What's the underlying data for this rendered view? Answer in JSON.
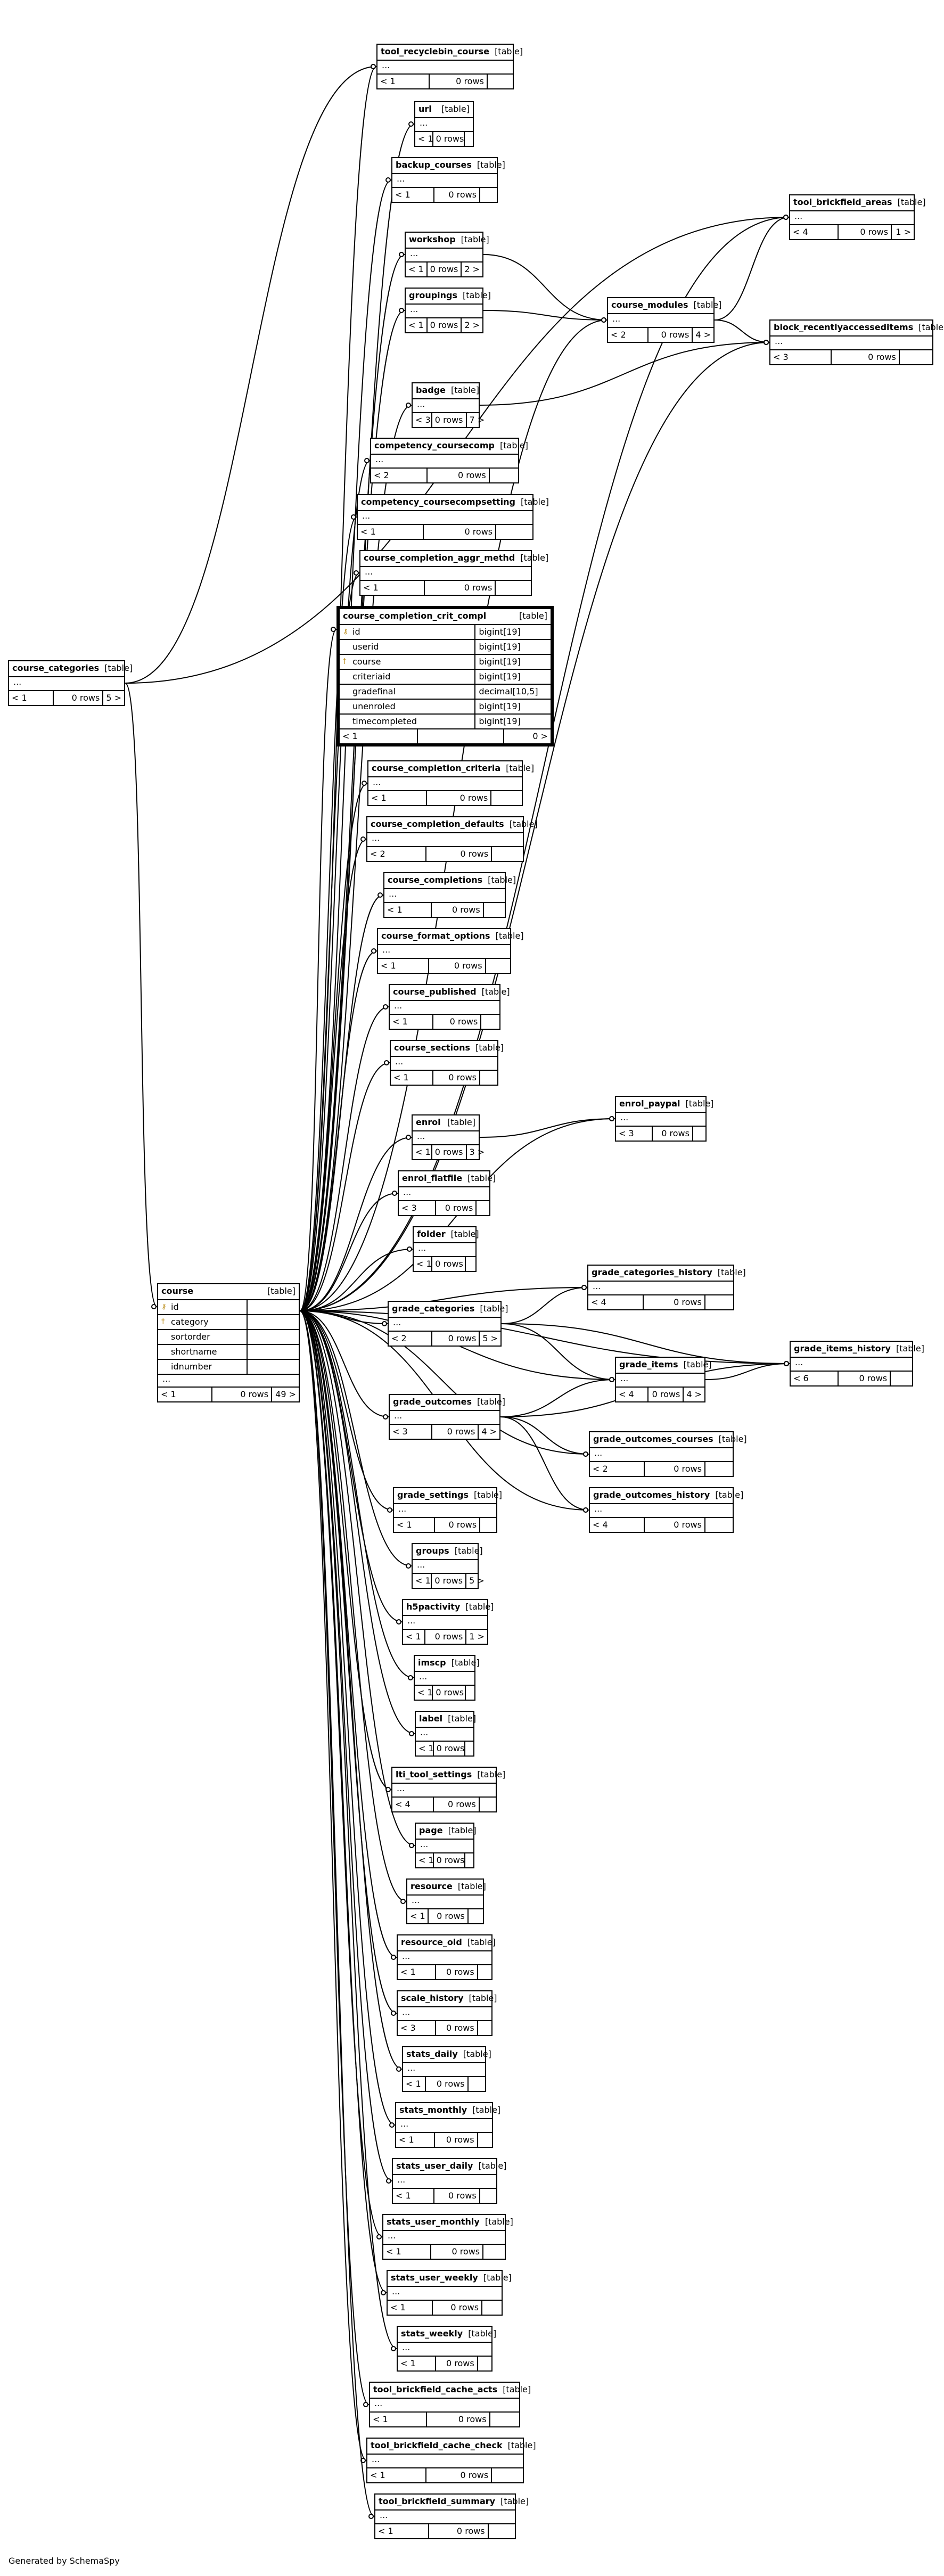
{
  "footer": {
    "generated": "Generated by SchemaSpy"
  },
  "diagram": {
    "tables": [
      {
        "id": "course_categories",
        "name": "course_categories",
        "type": "[table]",
        "dots": "...",
        "parents": "< 1",
        "rows": "0 rows",
        "children": "5 >"
      },
      {
        "id": "course",
        "name": "course",
        "type": "[table]",
        "fields": [
          {
            "name": "id",
            "type": "",
            "key": "pk"
          },
          {
            "name": "category",
            "type": "",
            "key": "fk"
          },
          {
            "name": "sortorder",
            "type": ""
          },
          {
            "name": "shortname",
            "type": ""
          },
          {
            "name": "idnumber",
            "type": ""
          }
        ],
        "dots": "...",
        "parents": "< 1",
        "rows": "0 rows",
        "children": "49 >"
      },
      {
        "id": "tool_recyclebin_course",
        "name": "tool_recyclebin_course",
        "type": "[table]",
        "dots": "...",
        "parents": "< 1",
        "rows": "0 rows",
        "children": ""
      },
      {
        "id": "url",
        "name": "url",
        "type": "[table]",
        "dots": "...",
        "parents": "< 1",
        "rows": "0 rows",
        "children": ""
      },
      {
        "id": "backup_courses",
        "name": "backup_courses",
        "type": "[table]",
        "dots": "...",
        "parents": "< 1",
        "rows": "0 rows",
        "children": ""
      },
      {
        "id": "tool_brickfield_areas",
        "name": "tool_brickfield_areas",
        "type": "[table]",
        "dots": "...",
        "parents": "< 4",
        "rows": "0 rows",
        "children": "1 >"
      },
      {
        "id": "workshop",
        "name": "workshop",
        "type": "[table]",
        "dots": "...",
        "parents": "< 1",
        "rows": "0 rows",
        "children": "2 >"
      },
      {
        "id": "groupings",
        "name": "groupings",
        "type": "[table]",
        "dots": "...",
        "parents": "< 1",
        "rows": "0 rows",
        "children": "2 >"
      },
      {
        "id": "course_modules",
        "name": "course_modules",
        "type": "[table]",
        "dots": "...",
        "parents": "< 2",
        "rows": "0 rows",
        "children": "4 >"
      },
      {
        "id": "block_recentlyaccesseditems",
        "name": "block_recentlyaccesseditems",
        "type": "[table]",
        "dots": "...",
        "parents": "< 3",
        "rows": "0 rows",
        "children": ""
      },
      {
        "id": "badge",
        "name": "badge",
        "type": "[table]",
        "dots": "...",
        "parents": "< 3",
        "rows": "0 rows",
        "children": "7 >"
      },
      {
        "id": "competency_coursecomp",
        "name": "competency_coursecomp",
        "type": "[table]",
        "dots": "...",
        "parents": "< 2",
        "rows": "0 rows",
        "children": ""
      },
      {
        "id": "competency_coursecompsetting",
        "name": "competency_coursecompsetting",
        "type": "[table]",
        "dots": "...",
        "parents": "< 1",
        "rows": "0 rows",
        "children": ""
      },
      {
        "id": "course_completion_aggr_methd",
        "name": "course_completion_aggr_methd",
        "type": "[table]",
        "dots": "...",
        "parents": "< 1",
        "rows": "0 rows",
        "children": ""
      },
      {
        "id": "course_completion_crit_compl",
        "name": "course_completion_crit_compl",
        "type": "[table]",
        "fields": [
          {
            "name": "id",
            "type": "bigint[19]",
            "key": "pk"
          },
          {
            "name": "userid",
            "type": "bigint[19]"
          },
          {
            "name": "course",
            "type": "bigint[19]",
            "key": "fk"
          },
          {
            "name": "criteriaid",
            "type": "bigint[19]"
          },
          {
            "name": "gradefinal",
            "type": "decimal[10,5]"
          },
          {
            "name": "unenroled",
            "type": "bigint[19]"
          },
          {
            "name": "timecompleted",
            "type": "bigint[19]"
          }
        ],
        "parents": "< 1",
        "rows": "",
        "children": "0 >"
      },
      {
        "id": "course_completion_criteria",
        "name": "course_completion_criteria",
        "type": "[table]",
        "dots": "...",
        "parents": "< 1",
        "rows": "0 rows",
        "children": ""
      },
      {
        "id": "course_completion_defaults",
        "name": "course_completion_defaults",
        "type": "[table]",
        "dots": "...",
        "parents": "< 2",
        "rows": "0 rows",
        "children": ""
      },
      {
        "id": "course_completions",
        "name": "course_completions",
        "type": "[table]",
        "dots": "...",
        "parents": "< 1",
        "rows": "0 rows",
        "children": ""
      },
      {
        "id": "course_format_options",
        "name": "course_format_options",
        "type": "[table]",
        "dots": "...",
        "parents": "< 1",
        "rows": "0 rows",
        "children": ""
      },
      {
        "id": "course_published",
        "name": "course_published",
        "type": "[table]",
        "dots": "...",
        "parents": "< 1",
        "rows": "0 rows",
        "children": ""
      },
      {
        "id": "course_sections",
        "name": "course_sections",
        "type": "[table]",
        "dots": "...",
        "parents": "< 1",
        "rows": "0 rows",
        "children": ""
      },
      {
        "id": "enrol",
        "name": "enrol",
        "type": "[table]",
        "dots": "...",
        "parents": "< 1",
        "rows": "0 rows",
        "children": "3 >"
      },
      {
        "id": "enrol_paypal",
        "name": "enrol_paypal",
        "type": "[table]",
        "dots": "...",
        "parents": "< 3",
        "rows": "0 rows",
        "children": ""
      },
      {
        "id": "enrol_flatfile",
        "name": "enrol_flatfile",
        "type": "[table]",
        "dots": "...",
        "parents": "< 3",
        "rows": "0 rows",
        "children": ""
      },
      {
        "id": "folder",
        "name": "folder",
        "type": "[table]",
        "dots": "...",
        "parents": "< 1",
        "rows": "0 rows",
        "children": ""
      },
      {
        "id": "grade_categories_history",
        "name": "grade_categories_history",
        "type": "[table]",
        "dots": "...",
        "parents": "< 4",
        "rows": "0 rows",
        "children": ""
      },
      {
        "id": "grade_categories",
        "name": "grade_categories",
        "type": "[table]",
        "dots": "...",
        "parents": "< 2",
        "rows": "0 rows",
        "children": "5 >"
      },
      {
        "id": "grade_items",
        "name": "grade_items",
        "type": "[table]",
        "dots": "...",
        "parents": "< 4",
        "rows": "0 rows",
        "children": "4 >"
      },
      {
        "id": "grade_items_history",
        "name": "grade_items_history",
        "type": "[table]",
        "dots": "...",
        "parents": "< 6",
        "rows": "0 rows",
        "children": ""
      },
      {
        "id": "grade_outcomes",
        "name": "grade_outcomes",
        "type": "[table]",
        "dots": "...",
        "parents": "< 3",
        "rows": "0 rows",
        "children": "4 >"
      },
      {
        "id": "grade_outcomes_courses",
        "name": "grade_outcomes_courses",
        "type": "[table]",
        "dots": "...",
        "parents": "< 2",
        "rows": "0 rows",
        "children": ""
      },
      {
        "id": "grade_outcomes_history",
        "name": "grade_outcomes_history",
        "type": "[table]",
        "dots": "...",
        "parents": "< 4",
        "rows": "0 rows",
        "children": ""
      },
      {
        "id": "grade_settings",
        "name": "grade_settings",
        "type": "[table]",
        "dots": "...",
        "parents": "< 1",
        "rows": "0 rows",
        "children": ""
      },
      {
        "id": "groups",
        "name": "groups",
        "type": "[table]",
        "dots": "...",
        "parents": "< 1",
        "rows": "0 rows",
        "children": "5 >"
      },
      {
        "id": "h5pactivity",
        "name": "h5pactivity",
        "type": "[table]",
        "dots": "...",
        "parents": "< 1",
        "rows": "0 rows",
        "children": "1 >"
      },
      {
        "id": "imscp",
        "name": "imscp",
        "type": "[table]",
        "dots": "...",
        "parents": "< 1",
        "rows": "0 rows",
        "children": ""
      },
      {
        "id": "label",
        "name": "label",
        "type": "[table]",
        "dots": "...",
        "parents": "< 1",
        "rows": "0 rows",
        "children": ""
      },
      {
        "id": "lti_tool_settings",
        "name": "lti_tool_settings",
        "type": "[table]",
        "dots": "...",
        "parents": "< 4",
        "rows": "0 rows",
        "children": ""
      },
      {
        "id": "page",
        "name": "page",
        "type": "[table]",
        "dots": "...",
        "parents": "< 1",
        "rows": "0 rows",
        "children": ""
      },
      {
        "id": "resource",
        "name": "resource",
        "type": "[table]",
        "dots": "...",
        "parents": "< 1",
        "rows": "0 rows",
        "children": ""
      },
      {
        "id": "resource_old",
        "name": "resource_old",
        "type": "[table]",
        "dots": "...",
        "parents": "< 1",
        "rows": "0 rows",
        "children": ""
      },
      {
        "id": "scale_history",
        "name": "scale_history",
        "type": "[table]",
        "dots": "...",
        "parents": "< 3",
        "rows": "0 rows",
        "children": ""
      },
      {
        "id": "stats_daily",
        "name": "stats_daily",
        "type": "[table]",
        "dots": "...",
        "parents": "< 1",
        "rows": "0 rows",
        "children": ""
      },
      {
        "id": "stats_monthly",
        "name": "stats_monthly",
        "type": "[table]",
        "dots": "...",
        "parents": "< 1",
        "rows": "0 rows",
        "children": ""
      },
      {
        "id": "stats_user_daily",
        "name": "stats_user_daily",
        "type": "[table]",
        "dots": "...",
        "parents": "< 1",
        "rows": "0 rows",
        "children": ""
      },
      {
        "id": "stats_user_monthly",
        "name": "stats_user_monthly",
        "type": "[table]",
        "dots": "...",
        "parents": "< 1",
        "rows": "0 rows",
        "children": ""
      },
      {
        "id": "stats_user_weekly",
        "name": "stats_user_weekly",
        "type": "[table]",
        "dots": "...",
        "parents": "< 1",
        "rows": "0 rows",
        "children": ""
      },
      {
        "id": "stats_weekly",
        "name": "stats_weekly",
        "type": "[table]",
        "dots": "...",
        "parents": "< 1",
        "rows": "0 rows",
        "children": ""
      },
      {
        "id": "tool_brickfield_cache_acts",
        "name": "tool_brickfield_cache_acts",
        "type": "[table]",
        "dots": "...",
        "parents": "< 1",
        "rows": "0 rows",
        "children": ""
      },
      {
        "id": "tool_brickfield_cache_check",
        "name": "tool_brickfield_cache_check",
        "type": "[table]",
        "dots": "...",
        "parents": "< 1",
        "rows": "0 rows",
        "children": ""
      },
      {
        "id": "tool_brickfield_summary",
        "name": "tool_brickfield_summary",
        "type": "[table]",
        "dots": "...",
        "parents": "< 1",
        "rows": "0 rows",
        "children": ""
      }
    ],
    "relations": [
      [
        "course_categories",
        "course"
      ],
      [
        "course_categories",
        "tool_recyclebin_course"
      ],
      [
        "course_categories",
        "tool_brickfield_areas"
      ],
      [
        "course",
        "tool_recyclebin_course"
      ],
      [
        "course",
        "url"
      ],
      [
        "course",
        "backup_courses"
      ],
      [
        "course",
        "tool_brickfield_areas"
      ],
      [
        "course",
        "workshop"
      ],
      [
        "course",
        "groupings"
      ],
      [
        "course",
        "course_modules"
      ],
      [
        "course",
        "block_recentlyaccesseditems"
      ],
      [
        "course",
        "badge"
      ],
      [
        "course",
        "competency_coursecomp"
      ],
      [
        "course",
        "competency_coursecompsetting"
      ],
      [
        "course",
        "course_completion_aggr_methd"
      ],
      [
        "course",
        "course_completion_crit_compl"
      ],
      [
        "course",
        "course_completion_criteria"
      ],
      [
        "course",
        "course_completion_defaults"
      ],
      [
        "course",
        "course_completions"
      ],
      [
        "course",
        "course_format_options"
      ],
      [
        "course",
        "course_published"
      ],
      [
        "course",
        "course_sections"
      ],
      [
        "course",
        "enrol"
      ],
      [
        "course",
        "enrol_paypal"
      ],
      [
        "course",
        "enrol_flatfile"
      ],
      [
        "course",
        "folder"
      ],
      [
        "course",
        "grade_categories_history"
      ],
      [
        "course",
        "grade_categories"
      ],
      [
        "course",
        "grade_items"
      ],
      [
        "course",
        "grade_items_history"
      ],
      [
        "course",
        "grade_outcomes"
      ],
      [
        "course",
        "grade_outcomes_courses"
      ],
      [
        "course",
        "grade_outcomes_history"
      ],
      [
        "course",
        "grade_settings"
      ],
      [
        "course",
        "groups"
      ],
      [
        "course",
        "h5pactivity"
      ],
      [
        "course",
        "imscp"
      ],
      [
        "course",
        "label"
      ],
      [
        "course",
        "lti_tool_settings"
      ],
      [
        "course",
        "page"
      ],
      [
        "course",
        "resource"
      ],
      [
        "course",
        "resource_old"
      ],
      [
        "course",
        "scale_history"
      ],
      [
        "course",
        "stats_daily"
      ],
      [
        "course",
        "stats_monthly"
      ],
      [
        "course",
        "stats_user_daily"
      ],
      [
        "course",
        "stats_user_monthly"
      ],
      [
        "course",
        "stats_user_weekly"
      ],
      [
        "course",
        "stats_weekly"
      ],
      [
        "course",
        "tool_brickfield_cache_acts"
      ],
      [
        "course",
        "tool_brickfield_cache_check"
      ],
      [
        "course",
        "tool_brickfield_summary"
      ],
      [
        "workshop",
        "course_modules"
      ],
      [
        "groupings",
        "course_modules"
      ],
      [
        "course_modules",
        "tool_brickfield_areas"
      ],
      [
        "course_modules",
        "block_recentlyaccesseditems"
      ],
      [
        "badge",
        "block_recentlyaccesseditems"
      ],
      [
        "enrol",
        "enrol_paypal"
      ],
      [
        "grade_categories",
        "grade_categories_history"
      ],
      [
        "grade_categories",
        "grade_items"
      ],
      [
        "grade_categories",
        "grade_items_history"
      ],
      [
        "grade_outcomes",
        "grade_items"
      ],
      [
        "grade_outcomes",
        "grade_items_history"
      ],
      [
        "grade_outcomes",
        "grade_outcomes_courses"
      ],
      [
        "grade_outcomes",
        "grade_outcomes_history"
      ],
      [
        "grade_items",
        "grade_items_history"
      ]
    ]
  }
}
